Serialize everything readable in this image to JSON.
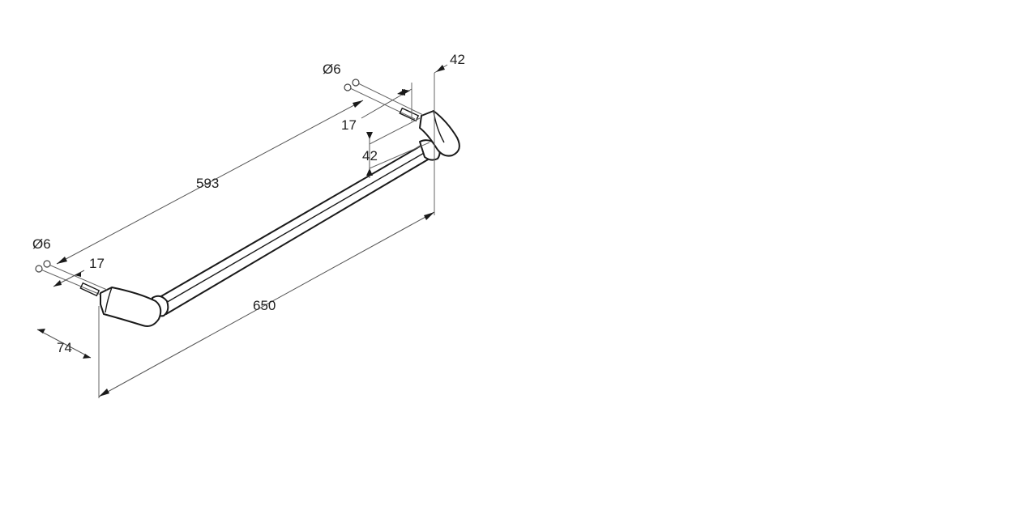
{
  "dimensions": {
    "overall_length": "650",
    "bar_span": "593",
    "depth": "74",
    "bar_height_right": "42",
    "bracket_height_right": "42",
    "screw_diameter_left": "Ø6",
    "screw_diameter_right": "Ø6",
    "screw_offset_left": "17",
    "screw_offset_right": "17"
  },
  "colors": {
    "line": "#1a1a1a",
    "dimension": "#555555",
    "background": "#ffffff"
  }
}
